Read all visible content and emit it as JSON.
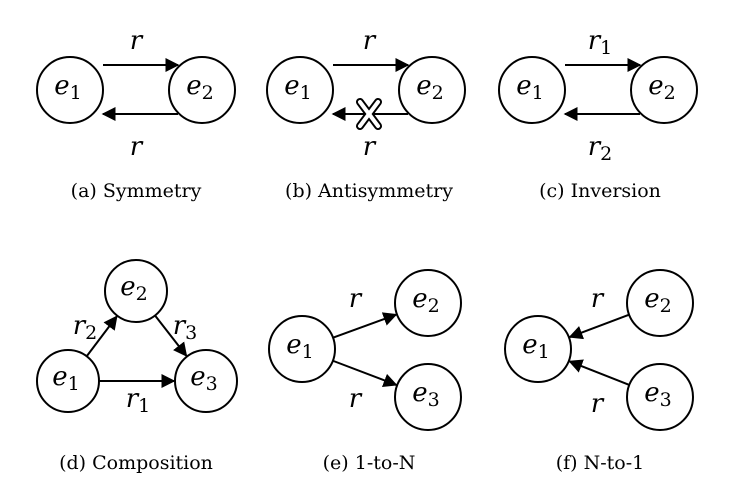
{
  "panels": [
    {
      "id": "a",
      "caption": "(a)  Symmetry",
      "nodes": [
        "e1",
        "e2"
      ],
      "edges": [
        {
          "from": "e1",
          "to": "e2",
          "label": "r"
        },
        {
          "from": "e2",
          "to": "e1",
          "label": "r"
        }
      ]
    },
    {
      "id": "b",
      "caption": "(b)  Antisymmetry",
      "nodes": [
        "e1",
        "e2"
      ],
      "edges": [
        {
          "from": "e1",
          "to": "e2",
          "label": "r"
        },
        {
          "from": "e2",
          "to": "e1",
          "label": "r",
          "crossed": true
        }
      ]
    },
    {
      "id": "c",
      "caption": "(c)  Inversion",
      "nodes": [
        "e1",
        "e2"
      ],
      "edges": [
        {
          "from": "e1",
          "to": "e2",
          "label": "r1"
        },
        {
          "from": "e2",
          "to": "e1",
          "label": "r2"
        }
      ]
    },
    {
      "id": "d",
      "caption": "(d)  Composition",
      "nodes": [
        "e1",
        "e2",
        "e3"
      ],
      "edges": [
        {
          "from": "e1",
          "to": "e2",
          "label": "r2"
        },
        {
          "from": "e2",
          "to": "e3",
          "label": "r3"
        },
        {
          "from": "e1",
          "to": "e3",
          "label": "r1"
        }
      ]
    },
    {
      "id": "e",
      "caption": "(e)  1-to-N",
      "nodes": [
        "e1",
        "e2",
        "e3"
      ],
      "edges": [
        {
          "from": "e1",
          "to": "e2",
          "label": "r"
        },
        {
          "from": "e1",
          "to": "e3",
          "label": "r"
        }
      ]
    },
    {
      "id": "f",
      "caption": "(f)  N-to-1",
      "nodes": [
        "e1",
        "e2",
        "e3"
      ],
      "edges": [
        {
          "from": "e2",
          "to": "e1",
          "label": "r"
        },
        {
          "from": "e3",
          "to": "e1",
          "label": "r"
        }
      ]
    }
  ]
}
